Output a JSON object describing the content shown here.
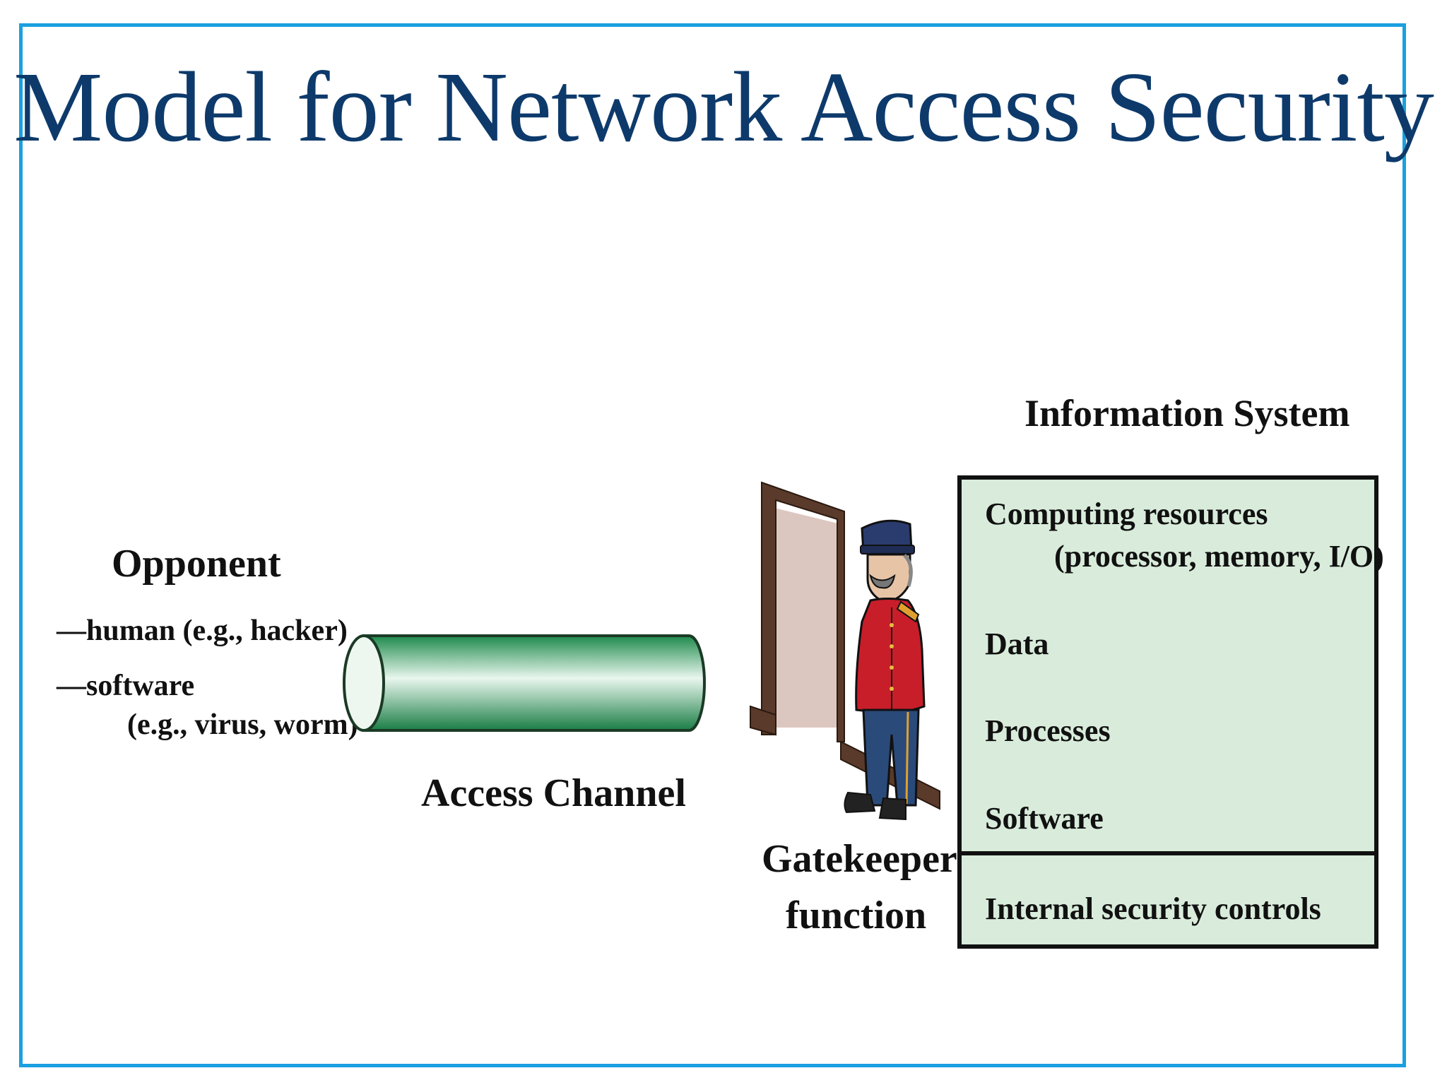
{
  "title": "Model for Network Access Security",
  "opponent": {
    "heading": "Opponent",
    "item1": "—human (e.g., hacker)",
    "item2_line1": "—software",
    "item2_line2": "(e.g., virus, worm)"
  },
  "channel": {
    "label": "Access Channel"
  },
  "gatekeeper": {
    "line1": "Gatekeeper",
    "line2": "function"
  },
  "info_system": {
    "heading": "Information System",
    "item1_line1": "Computing resources",
    "item1_line2": "(processor, memory, I/O)",
    "item2": "Data",
    "item3": "Processes",
    "item4": "Software",
    "footer": "Internal security controls"
  },
  "colors": {
    "frame": "#1aa0e0",
    "title": "#0d3a6b",
    "pipe": "#1f9a55",
    "box_fill": "#d9ecdb"
  }
}
